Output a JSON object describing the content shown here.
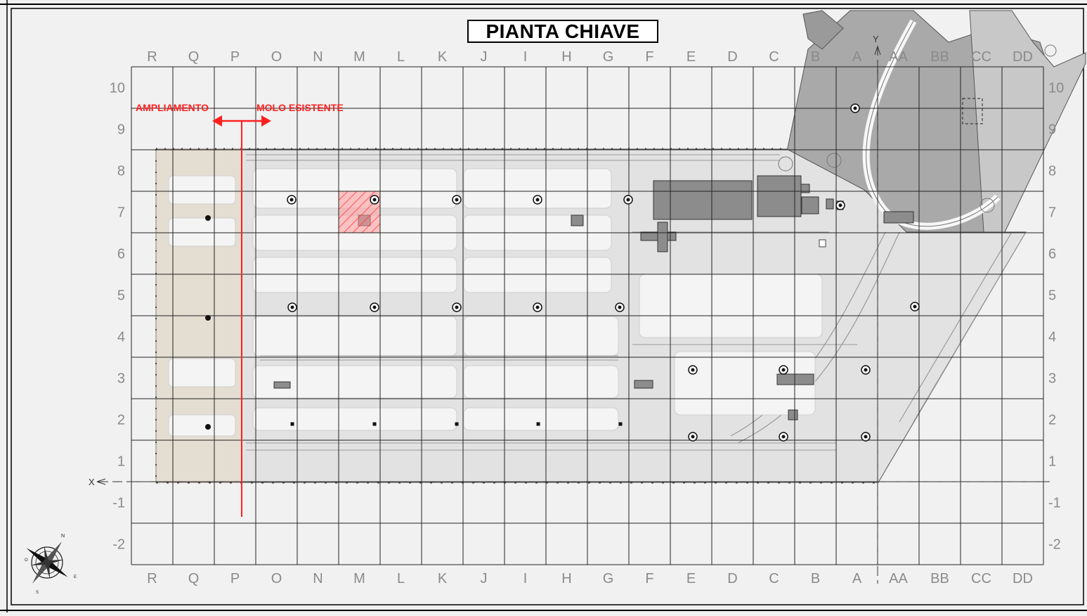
{
  "title": "PIANTA CHIAVE",
  "labels": {
    "ampliamento": "AMPLIAMENTO",
    "molo_esistente": "MOLO ESISTENTE"
  },
  "grid": {
    "columns": [
      "R",
      "Q",
      "P",
      "O",
      "N",
      "M",
      "L",
      "K",
      "J",
      "I",
      "H",
      "G",
      "F",
      "E",
      "D",
      "C",
      "B",
      "A",
      "AA",
      "BB",
      "CC",
      "DD"
    ],
    "rows": [
      "10",
      "9",
      "8",
      "7",
      "6",
      "5",
      "4",
      "3",
      "2",
      "1",
      "-1",
      "-2"
    ]
  },
  "axes": {
    "x_label": "X",
    "y_label": "Y"
  },
  "colors": {
    "highlight": "#ff2020",
    "grid_line": "#222222",
    "label_grey": "#8a8a8a",
    "extension_fill": "#e4ddd2",
    "quay_fill": "#e2e2e2",
    "building_fill": "#8c8c8c"
  },
  "icons": [
    "compass-rose-icon"
  ]
}
